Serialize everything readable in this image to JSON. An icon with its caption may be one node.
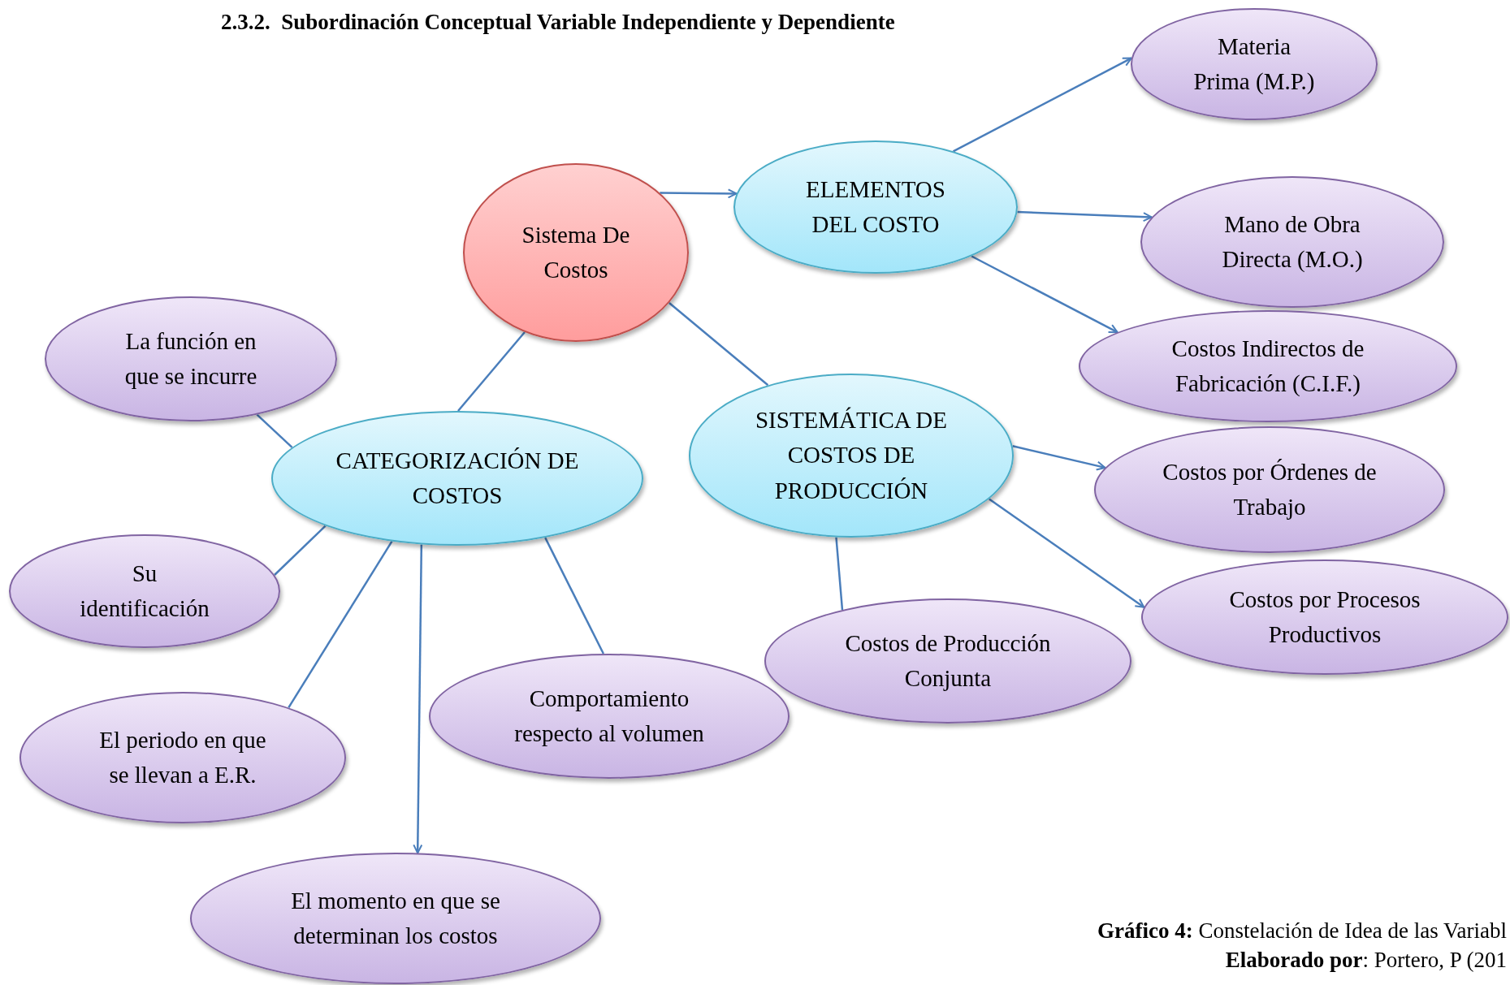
{
  "diagram": {
    "title": "2.3.2.  Subordinación Conceptual Variable Independiente y Dependiente",
    "nodes": [
      {
        "text": [
          "Sistema De Costos"
        ]
      },
      {
        "text": [
          "ELEMENTOS DEL COSTO"
        ]
      },
      {
        "text": [
          "Materia Prima (M.P.)"
        ]
      },
      {
        "text": [
          "Mano de Obra Directa (M.O.)"
        ]
      },
      {
        "text": [
          "Costos Indirectos de Fabricación (C.I.F.)"
        ]
      },
      {
        "text": [
          "SISTEMÁTICA DE COSTOS DE PRODUCCIÓN"
        ]
      },
      {
        "text": [
          "Costos por Órdenes de Trabajo"
        ]
      },
      {
        "text": [
          "Costos por Procesos Productivos"
        ]
      },
      {
        "text": [
          "Costos de Producción Conjunta"
        ]
      },
      {
        "text": [
          "CATEGORIZACIÓN DE COSTOS"
        ]
      },
      {
        "text": [
          "La función en que se incurre"
        ]
      },
      {
        "text": [
          "Su identificación"
        ]
      },
      {
        "text": [
          "El periodo en que se llevan a E.R."
        ]
      },
      {
        "text": [
          "Comportamiento respecto al volumen"
        ]
      },
      {
        "text": [
          "El momento en que se determinan los costos"
        ]
      }
    ],
    "edges": [
      {
        "from": 0,
        "to": 1,
        "arrow": "to"
      },
      {
        "from": 1,
        "to": 2,
        "arrow": "to"
      },
      {
        "from": 1,
        "to": 3,
        "arrow": "to"
      },
      {
        "from": 1,
        "to": 4,
        "arrow": "to"
      },
      {
        "from": 0,
        "to": 5,
        "arrow": "none"
      },
      {
        "from": 5,
        "to": 6,
        "arrow": "to"
      },
      {
        "from": 5,
        "to": 7,
        "arrow": "to"
      },
      {
        "from": 5,
        "to": 8,
        "arrow": "none"
      },
      {
        "from": 0,
        "to": 9,
        "arrow": "none"
      },
      {
        "from": 9,
        "to": 10,
        "arrow": "none"
      },
      {
        "from": 9,
        "to": 11,
        "arrow": "none"
      },
      {
        "from": 9,
        "to": 12,
        "arrow": "none"
      },
      {
        "from": 9,
        "to": 14,
        "arrow": "to"
      },
      {
        "from": 9,
        "to": 13,
        "arrow": "none"
      }
    ],
    "labels": [
      "**Gráfico 4:** Constelación de Idea de las Variabl",
      "**Elaborado por**: Portero, P (201"
    ]
  }
}
